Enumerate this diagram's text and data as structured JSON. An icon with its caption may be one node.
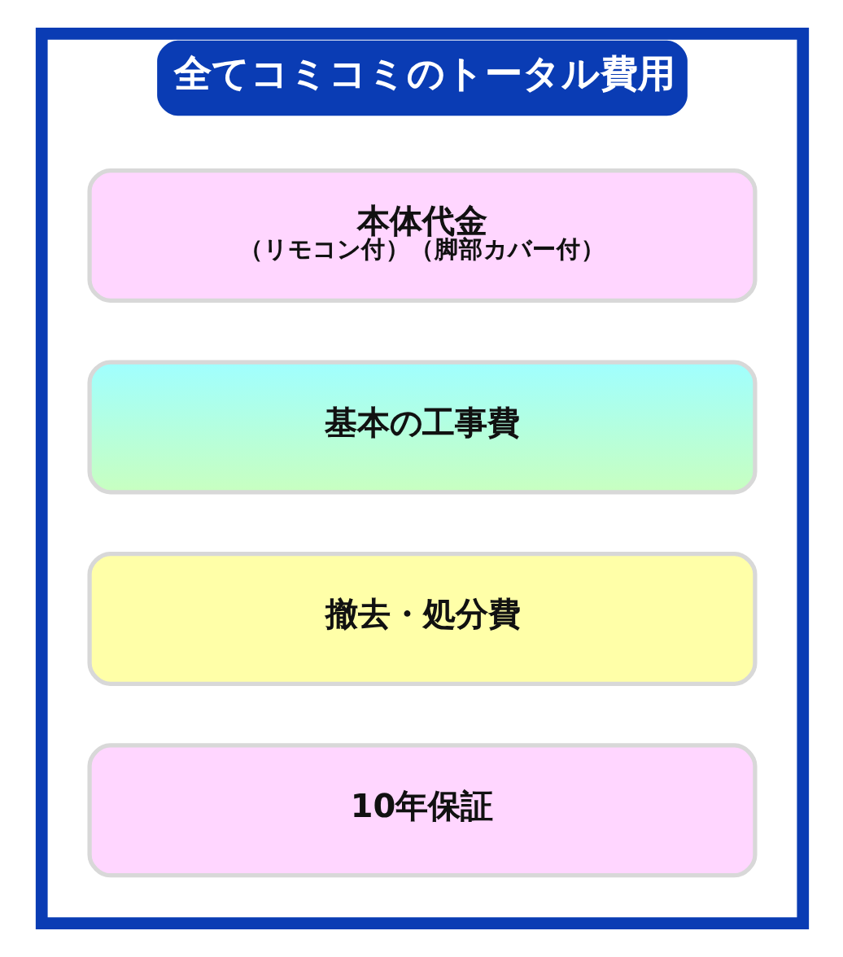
{
  "diagram": {
    "nodes": [
      {
        "text": [
          "全てコミコミのトータル費用"
        ]
      },
      {
        "text": [
          "本体代金",
          "（リモコン付）（脚部カバー付）"
        ],
        "in": 0
      },
      {
        "text": [
          "基本の工事費"
        ],
        "in": 0
      },
      {
        "text": [
          "撤去・処分費"
        ],
        "in": 0
      },
      {
        "text": [
          "10年保証"
        ],
        "in": 0
      }
    ]
  }
}
